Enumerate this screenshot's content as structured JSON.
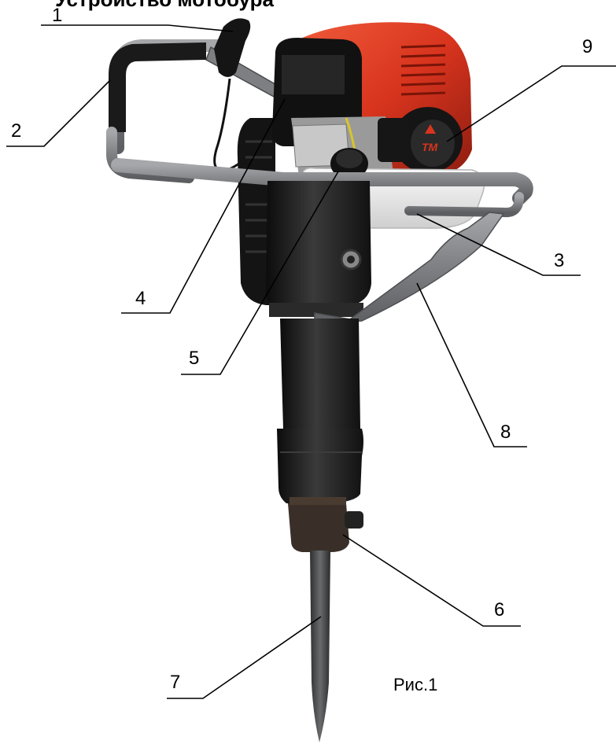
{
  "figure": {
    "caption": "Рис.1",
    "title_fragment": "Устройство мотобура",
    "callouts": [
      "1",
      "2",
      "3",
      "4",
      "5",
      "6",
      "7",
      "8",
      "9"
    ]
  },
  "colors": {
    "engine_red": "#d8341e",
    "body_black": "#1c1c1c",
    "frame_gray": "#7d7f82",
    "tank_white": "#eeeeee",
    "chisel_gray": "#505152"
  }
}
